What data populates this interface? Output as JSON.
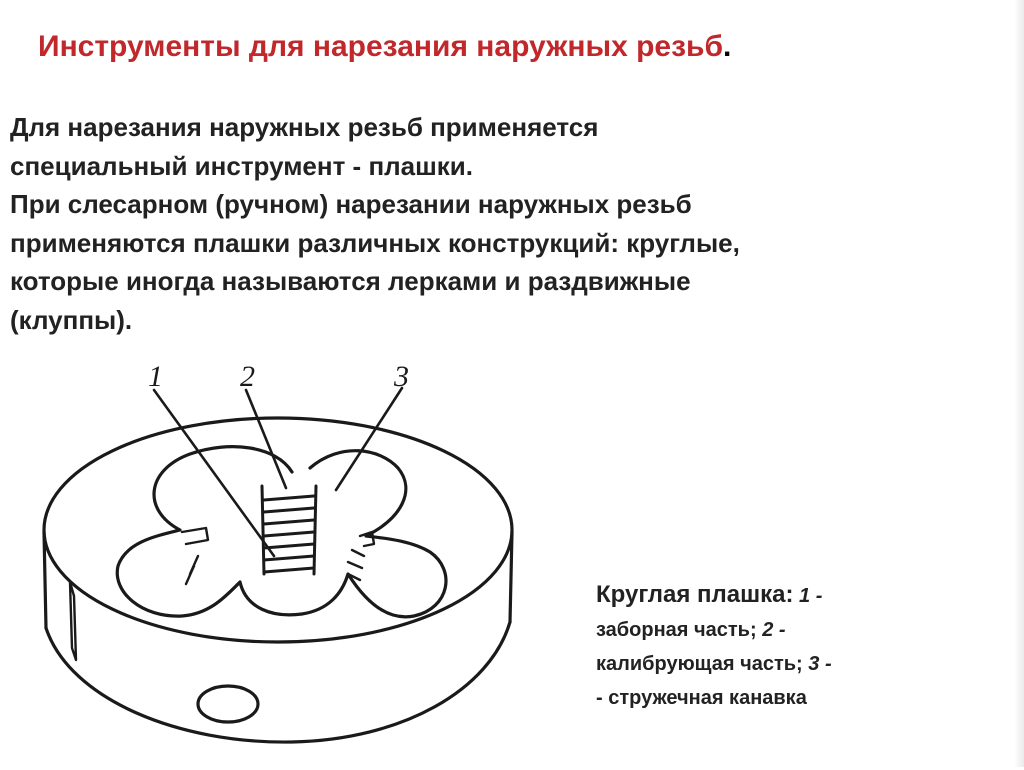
{
  "slide": {
    "title": "Инструменты для нарезания наружных резьб",
    "title_period": ".",
    "paragraph_lines": [
      "Для нарезания наружных резьб применяется",
      "специальный инструмент - плашки.",
      "При слесарном (ручном) нарезании наружных резьб",
      "применяются плашки различных конструкций: круглые,",
      "которые иногда называются лерками и раздвижные",
      "(клуппы)."
    ]
  },
  "figure": {
    "labels": [
      "1",
      "2",
      "3"
    ]
  },
  "caption": {
    "heading": "Круглая плашка:",
    "num1": "1 -",
    "part1": "заборная часть;",
    "num2": "2 -",
    "part2": "калибрующая часть;",
    "num3": "3 -",
    "dash": "-",
    "part3": "стружечная канавка"
  },
  "colors": {
    "title": "#c0282b",
    "text": "#222222",
    "drawing": "#1a1a1a"
  },
  "icons": [
    "round-die-drawing"
  ]
}
